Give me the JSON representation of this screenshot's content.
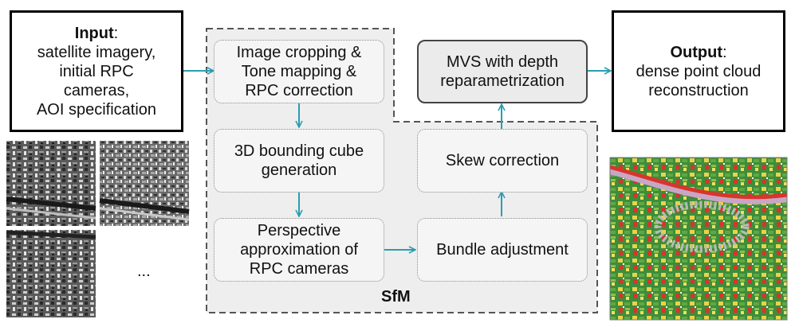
{
  "input": {
    "title": "Input",
    "colon": ":",
    "lines": [
      "satellite imagery,",
      "initial RPC",
      "cameras,",
      "AOI specification"
    ]
  },
  "output": {
    "title": "Output",
    "colon": ":",
    "lines": [
      "dense point cloud",
      "reconstruction"
    ]
  },
  "steps": {
    "cropping": [
      "Image cropping &",
      "Tone mapping &",
      "RPC correction"
    ],
    "bounding": [
      "3D bounding cube",
      "generation"
    ],
    "perspective": [
      "Perspective",
      "approximation of",
      "RPC cameras"
    ],
    "bundle": [
      "Bundle adjustment"
    ],
    "skew": [
      "Skew correction"
    ],
    "mvs": [
      "MVS with depth",
      "reparametrization"
    ]
  },
  "sfm_label": "SfM",
  "ellipsis": "...",
  "colors": {
    "arrow": "#2a9db0",
    "sfm_fill": "#eeeeee",
    "sfm_border": "#555555",
    "step_fill": "#f5f5f5",
    "mvs_fill": "#ebebeb"
  }
}
